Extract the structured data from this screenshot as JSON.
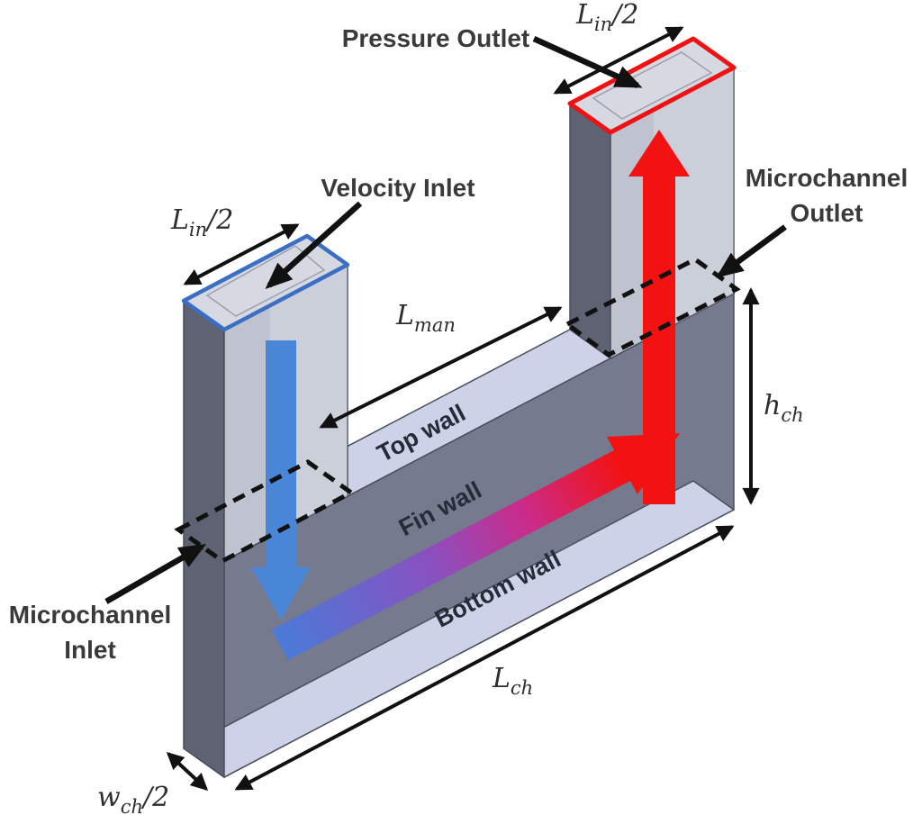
{
  "labels": {
    "pressure_outlet": "Pressure Outlet",
    "velocity_inlet": "Velocity Inlet",
    "microchannel_outlet_line1": "Microchannel",
    "microchannel_outlet_line2": "Outlet",
    "microchannel_inlet_line1": "Microchannel",
    "microchannel_inlet_line2": "Inlet"
  },
  "walls": {
    "top_wall": "Top wall",
    "fin_wall": "Fin wall",
    "bottom_wall": "Bottom wall"
  },
  "dims": {
    "inlet_length_left": {
      "main": "L",
      "sub": "in",
      "suffix": "/2"
    },
    "inlet_length_right": {
      "main": "L",
      "sub": "in",
      "suffix": "/2"
    },
    "manifold_length": {
      "main": "L",
      "sub": "man",
      "suffix": ""
    },
    "channel_length": {
      "main": "L",
      "sub": "ch",
      "suffix": ""
    },
    "channel_height": {
      "main": "h",
      "sub": "ch",
      "suffix": ""
    },
    "channel_width": {
      "main": "w",
      "sub": "ch",
      "suffix": "/2"
    }
  },
  "colors": {
    "inlet_outline_blue": "#3a6fc4",
    "outlet_outline_red": "#ee1212",
    "inlet_arrow_blue": "#4a86d8",
    "outlet_arrow_red": "#f21212",
    "gradient_start_blue": "#4a7ad8",
    "gradient_mid_purple": "#8a50c0",
    "gradient_mid_magenta": "#cc2a88",
    "gradient_end_red": "#f21212",
    "wall_lavender": "#cdd2e8",
    "fin_wall_gray": "#757a8e",
    "side_dark_gray": "#5f6273",
    "column_face_gray": "#bfc3d0",
    "top_face_gray": "#d6d8e2",
    "annotation_black": "#111111",
    "label_dark": "#3a3a3a"
  }
}
